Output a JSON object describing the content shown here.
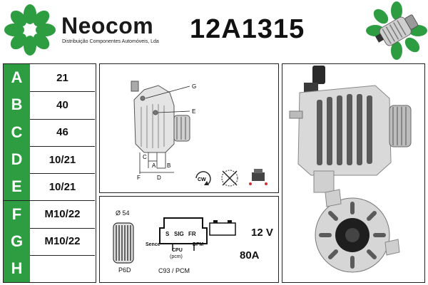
{
  "header": {
    "brand": "Neocom",
    "brand_sub": "Distribuição Componentes Automóveis, Lda",
    "part_number": "12A1315"
  },
  "dimensions": [
    {
      "letter": "A",
      "value": "21"
    },
    {
      "letter": "B",
      "value": "40"
    },
    {
      "letter": "C",
      "value": "46"
    },
    {
      "letter": "D",
      "value": "10/21"
    },
    {
      "letter": "E",
      "value": "10/21"
    },
    {
      "letter": "F",
      "value": "M10/22"
    },
    {
      "letter": "G",
      "value": "M10/22"
    },
    {
      "letter": "H",
      "value": ""
    }
  ],
  "diagram": {
    "labels": {
      "g": "G",
      "e": "E",
      "c": "C",
      "a": "A",
      "b": "B",
      "f": "F",
      "d": "D"
    },
    "rotation": "CW"
  },
  "specs": {
    "pulley_diameter": "Ø 54",
    "pulley_type": "P6D",
    "connector_pins": {
      "s": "S",
      "sig": "SIG",
      "fr": "FR"
    },
    "connector_left": "Sence",
    "connector_right": "DFM",
    "connector_bottom": "CPU",
    "connector_bottom2": "(pcm)",
    "connector_code": "C93 / PCM",
    "voltage": "12 V",
    "amperage": "80A"
  },
  "colors": {
    "accent": "#2e9c40"
  }
}
